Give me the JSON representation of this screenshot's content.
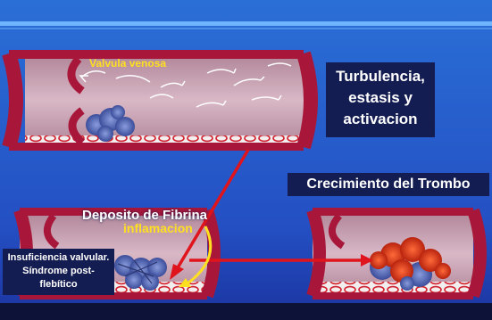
{
  "labels": {
    "valve": "Valvula venosa",
    "turbulence": "Turbulencia, estasis y activacion",
    "growth": "Crecimiento del Trombo",
    "fibrin": "Deposito de Fibrina",
    "inflammation": "inflamacion",
    "insufficiency": "Insuficiencia valvular. Síndrome post-flebítico"
  },
  "colors": {
    "background_top": "#2a6fd6",
    "background_bottom": "#1f3fb4",
    "vessel_wall": "#a8173a",
    "vessel_lumen": "#c9a3b3",
    "label_box": "#141d52",
    "highlight_text": "#ffe020",
    "arrow_red": "#e0141c",
    "arrow_yellow": "#ffe020"
  }
}
